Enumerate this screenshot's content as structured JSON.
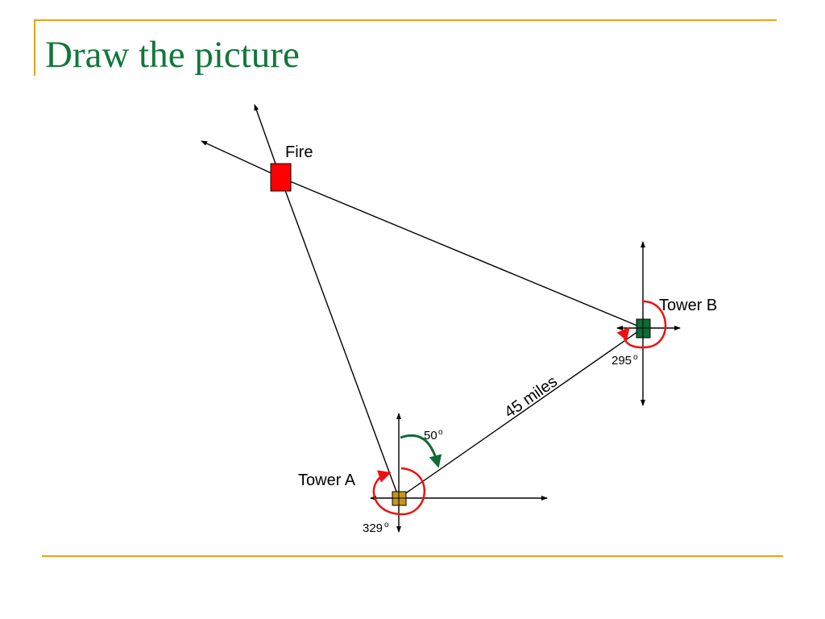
{
  "slide": {
    "title": "Draw the picture"
  },
  "diagram": {
    "labels": {
      "fire": "Fire",
      "tower_a": "Tower A",
      "tower_b": "Tower B",
      "distance": "45 miles",
      "angle_green": "50",
      "angle_a": "329",
      "angle_b": "295",
      "degree_mark": "o"
    },
    "colors": {
      "title": "#11763a",
      "frame": "#e8a317",
      "fire_marker": "#ff0000",
      "tower_a_marker": "#c8961e",
      "tower_b_marker": "#0e6b36",
      "bearing_arc_red": "#ee1111",
      "bearing_arc_green": "#0e6b36"
    },
    "icons": {
      "fire": "red-rectangle",
      "tower_a": "gold-square-with-cross",
      "tower_b": "green-square-with-cross"
    }
  }
}
